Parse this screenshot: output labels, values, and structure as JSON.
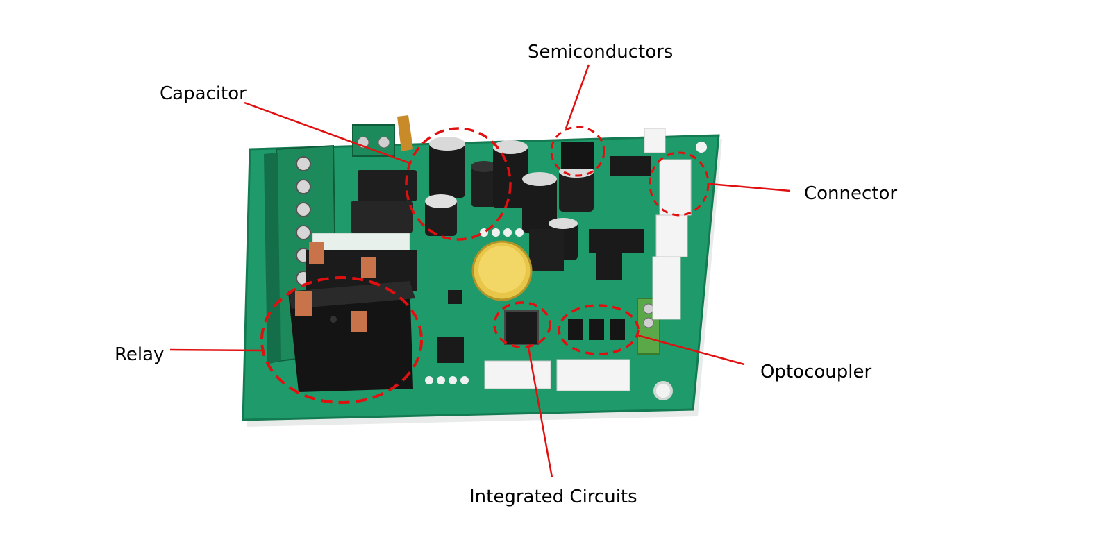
{
  "labels": {
    "capacitor": "Capacitor",
    "semiconductors": "Semiconductors",
    "connector": "Connector",
    "relay": "Relay",
    "optocoupler": "Optocoupler",
    "integrated_circuits": "Integrated Circuits"
  },
  "colors": {
    "callout": "#e01010",
    "pcb": "#1f9a6a",
    "pcb_dark": "#137a52",
    "relay_body": "#1a1a1a",
    "terminal_green": "#1d8a5c",
    "label_text": "#000000"
  },
  "icons": {
    "board": "circuit-board-photo",
    "coin_cell": "battery-icon",
    "screw": "screw-terminal-icon"
  }
}
